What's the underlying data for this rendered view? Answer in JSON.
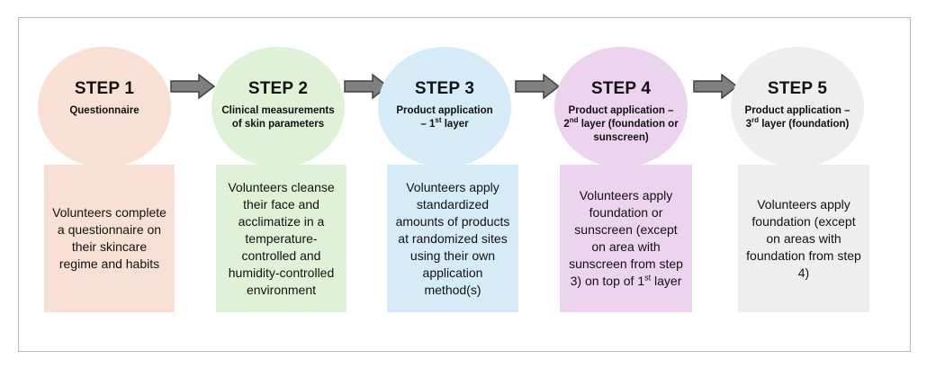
{
  "steps": [
    {
      "title": "STEP 1",
      "subtitle": [
        "Questionnaire"
      ],
      "description": [
        "Volunteers complete a questionnaire on their skincare regime and habits"
      ],
      "circle_color": "#f8e1d4",
      "box_color": "#f8e1d4"
    },
    {
      "title": "STEP 2",
      "subtitle": [
        "Clinical measurements of skin parameters"
      ],
      "description": [
        "Volunteers cleanse their face and acclimatize in a temperature-controlled and humidity-controlled environment"
      ],
      "circle_color": "#dff2d8",
      "box_color": "#dff2d8"
    },
    {
      "title": "STEP 3",
      "subtitle_parts": [
        "Product application – 1",
        "st",
        " layer"
      ],
      "description": [
        "Volunteers apply standardized amounts of products at randomized sites using their own application method(s)"
      ],
      "circle_color": "#d5ebf8",
      "box_color": "#d5ebf8"
    },
    {
      "title": "STEP 4",
      "subtitle_parts": [
        "Product application – 2",
        "nd",
        " layer (foundation or sunscreen)"
      ],
      "description_parts": [
        "Volunteers apply foundation or sunscreen (except on area with sunscreen from step 3) on top of 1",
        "st",
        " layer"
      ],
      "circle_color": "#ecd3ee",
      "box_color": "#ecd3ee"
    },
    {
      "title": "STEP 5",
      "subtitle_parts": [
        "Product application – 3",
        "rd",
        " layer (foundation)"
      ],
      "description": [
        "Volunteers apply foundation (except on areas with foundation from step 4)"
      ],
      "circle_color": "#eeeeee",
      "box_color": "#eeeeee"
    }
  ],
  "colors": {
    "arrow_fill": "#7f7f7f",
    "arrow_stroke": "#404040",
    "frame_border": "#b9b9b9"
  },
  "icons": [
    "right-arrow-icon"
  ]
}
